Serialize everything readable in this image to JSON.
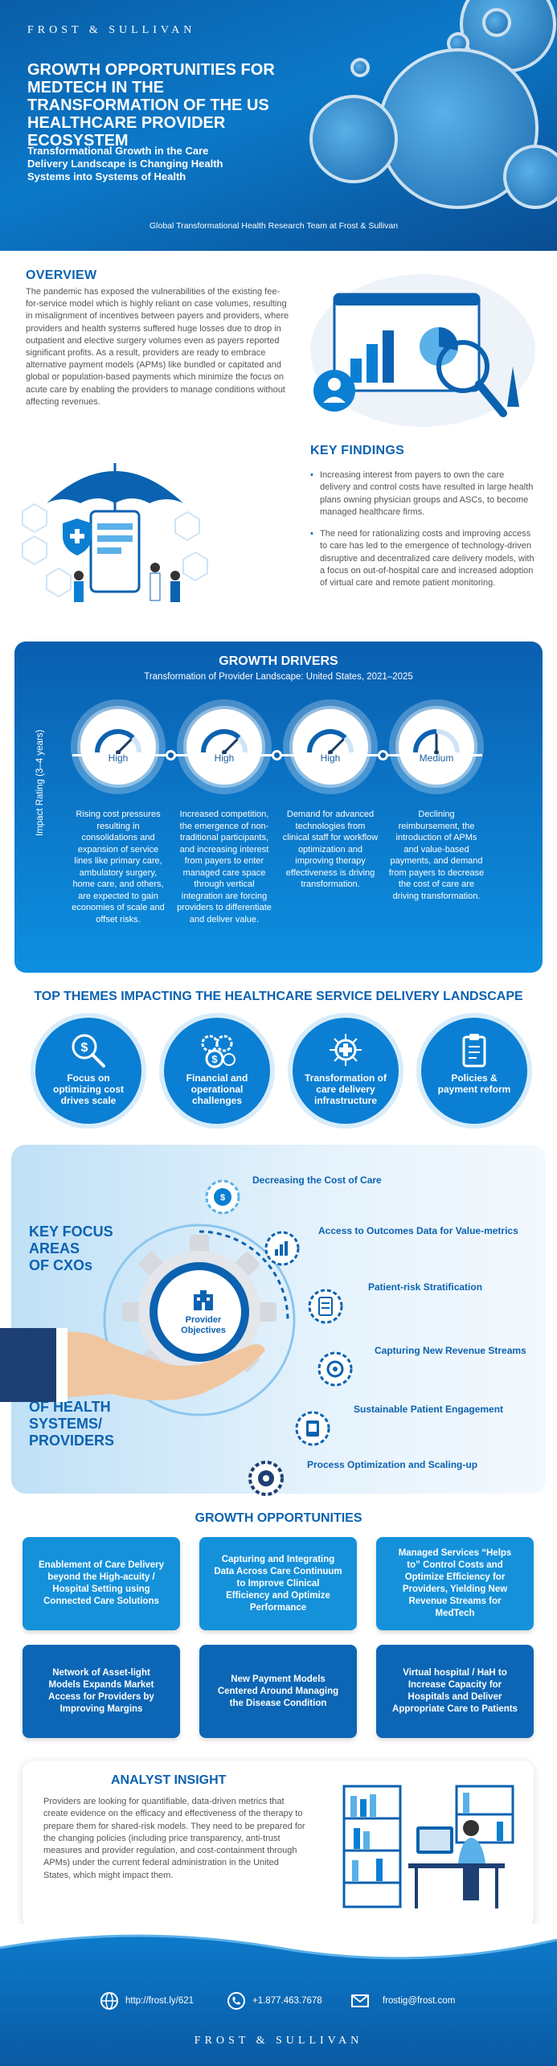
{
  "header": {
    "brand": "FROST & SULLIVAN",
    "title": "GROWTH OPPORTUNITIES FOR MEDTECH IN THE TRANSFORMATION OF THE US HEALTHCARE PROVIDER ECOSYSTEM",
    "subtitle": "Transformational Growth in the Care Delivery Landscape is Changing Health Systems into Systems of Health",
    "team": "Global Transformational Health Research Team at Frost & Sullivan"
  },
  "overview": {
    "title": "OVERVIEW",
    "text": "The pandemic has exposed the vulnerabilities of the existing fee-for-service model which is highly reliant on case volumes, resulting in misalignment of incentives between payers and providers, where providers and health systems suffered huge losses due to drop in outpatient and elective surgery volumes even as payers reported significant profits. As a result, providers are ready to embrace alternative payment models (APMs) like bundled or capitated and global or population-based payments which minimize the focus on acute care by enabling the providers to manage conditions without affecting revenues."
  },
  "key_findings": {
    "title": "KEY FINDINGS",
    "items": [
      "Increasing interest from payers to own the care delivery and control costs have resulted in large health plans owning physician groups and ASCs, to become managed healthcare firms.",
      "The need for rationalizing costs and improving access to care has led to the emergence of technology-driven disruptive and decentralized care delivery models, with a focus on out-of-hospital care and increased adoption of virtual care and remote patient monitoring."
    ]
  },
  "growth_drivers": {
    "title": "GROWTH DRIVERS",
    "subtitle": "Transformation of Provider Landscape: United States, 2021–2025",
    "axis_label": "Impact Rating (3–4 years)",
    "drivers": [
      {
        "rating": "High",
        "level": 0.75,
        "text": "Rising cost pressures resulting in consolidations and expansion of service lines like primary care, ambulatory surgery, home care, and others, are expected to gain economies of scale and offset risks."
      },
      {
        "rating": "High",
        "level": 0.75,
        "text": "Increased competition, the emergence of non-traditional participants, and increasing interest from payers to enter managed care space through vertical integration are forcing providers to differentiate and deliver value."
      },
      {
        "rating": "High",
        "level": 0.75,
        "text": "Demand for advanced technologies from clinical staff for workflow optimization and improving therapy effectiveness is driving transformation."
      },
      {
        "rating": "Medium",
        "level": 0.5,
        "text": "Declining reimbursement, the introduction of APMs and value-based payments, and demand from payers to decrease the cost of care are driving transformation."
      }
    ]
  },
  "top_themes": {
    "title": "TOP THEMES IMPACTING THE HEALTHCARE SERVICE DELIVERY LANDSCAPE",
    "items": [
      {
        "label": "Focus on optimizing cost drives scale",
        "icon": "magnifier-dollar-icon"
      },
      {
        "label": "Financial and operational challenges",
        "icon": "gears-dollar-icon"
      },
      {
        "label": "Transformation of care delivery infrastructure",
        "icon": "medical-cross-circuit-icon"
      },
      {
        "label": "Policies & payment reform",
        "icon": "clipboard-checklist-icon"
      }
    ]
  },
  "focus_areas": {
    "title_lines": [
      "KEY FOCUS",
      "AREAS",
      "OF CXOs"
    ],
    "subtitle_lines": [
      "OF HEALTH",
      "SYSTEMS/",
      "PROVIDERS"
    ],
    "center": "Provider Objectives",
    "items": [
      "Decreasing the Cost of Care",
      "Access to Outcomes Data for Value-metrics",
      "Patient-risk Stratification",
      "Capturing New Revenue Streams",
      "Sustainable Patient Engagement",
      "Process Optimization and Scaling-up"
    ]
  },
  "growth_opportunities": {
    "title": "GROWTH OPPORTUNITIES",
    "items": [
      "Enablement of Care Delivery beyond the High-acuity / Hospital Setting using Connected Care Solutions",
      "Capturing and Integrating Data Across Care Continuum to Improve Clinical Efficiency and Optimize Performance",
      "Managed Services “Helps to” Control Costs and Optimize Efficiency for Providers, Yielding New Revenue Streams for MedTech",
      "Network of Asset-light Models Expands Market Access for Providers by Improving Margins",
      "New Payment Models Centered Around Managing the Disease Condition",
      "Virtual hospital / HaH to Increase Capacity for Hospitals and Deliver Appropriate Care to Patients"
    ]
  },
  "analyst_insight": {
    "title": "ANALYST INSIGHT",
    "text": "Providers are looking for quantifiable, data-driven metrics that create evidence on the efficacy and effectiveness of the therapy to prepare them for shared-risk models. They need to be prepared for the changing policies (including price transparency, anti-trust measures and provider regulation, and cost-containment through APMs) under the current federal administration in the United States, which might impact them."
  },
  "footer": {
    "website": "http://frost.ly/621",
    "phone": "+1.877.463.7678",
    "email": "frostig@frost.com",
    "brand": "FROST & SULLIVAN"
  },
  "colors": {
    "primary": "#0b62b0",
    "accent": "#1591da",
    "dark": "#0a4d92",
    "light": "#d8ecfa"
  }
}
